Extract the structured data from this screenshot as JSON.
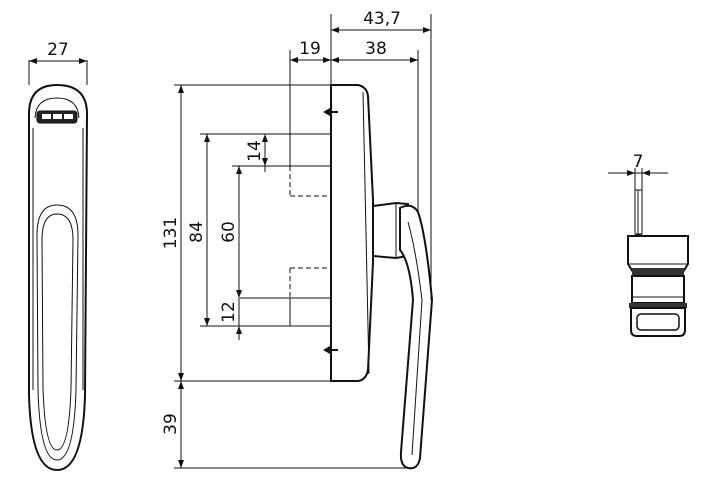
{
  "dimensions": {
    "front_width": "27",
    "side_overall_width": "43,7",
    "spindle_offset": "19",
    "base_depth": "38",
    "base_height": "131",
    "screw_spacing_outer": "84",
    "screw_spacing_inner": "60",
    "upper_spindle_gap": "14",
    "lower_spindle_gap": "12",
    "handle_overhang": "39",
    "detail_pin_width": "7"
  }
}
